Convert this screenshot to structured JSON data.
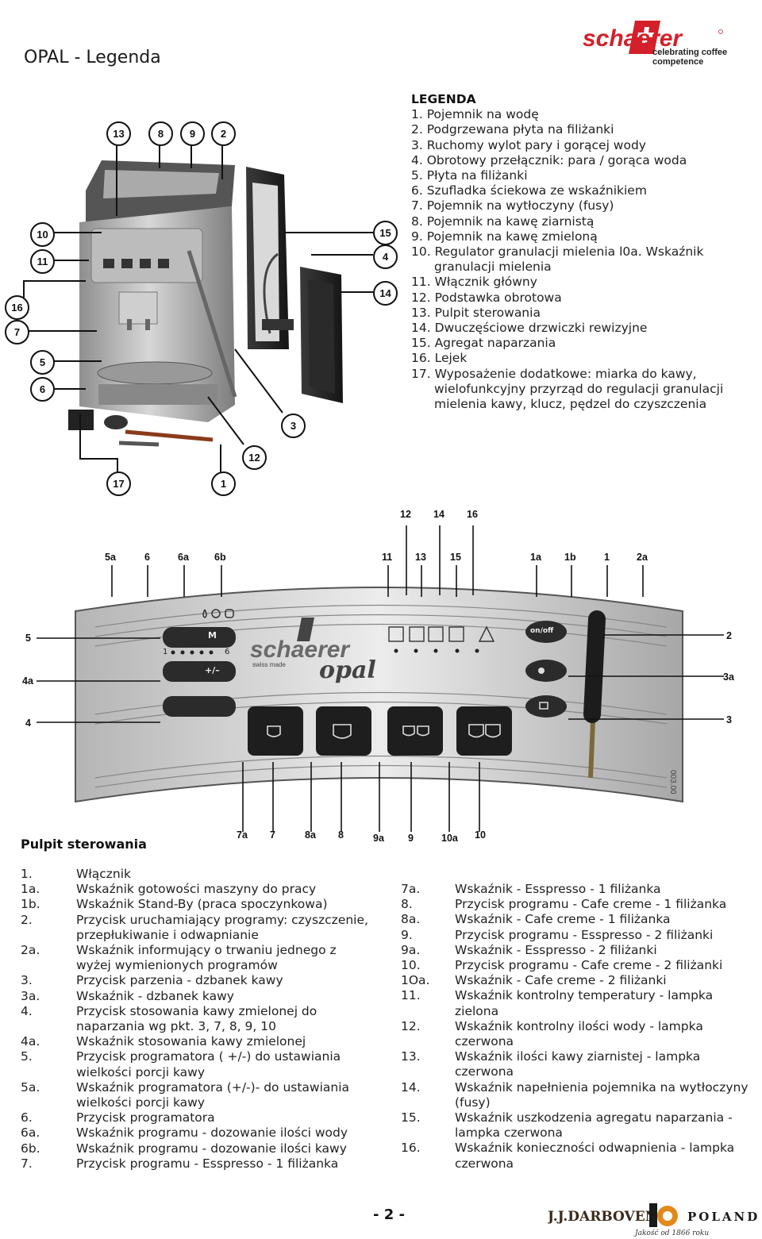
{
  "page": {
    "title": "OPAL - Legenda",
    "brand": "schaerer",
    "brand_tagline": "celebrating coffee competence",
    "page_number": "- 2 -"
  },
  "legend": {
    "heading": "LEGENDA",
    "items": [
      "1. Pojemnik na wodę",
      "2. Podgrzewana płyta na filiżanki",
      "3. Ruchomy wylot pary i gorącej wody",
      "4. Obrotowy przełącznik: para / gorąca woda",
      "5. Płyta na filiżanki",
      "6. Szufladka ściekowa ze wskaźnikiem",
      "7. Pojemnik na wytłoczyny (fusy)",
      "8. Pojemnik na kawę ziarnistą",
      "9. Pojemnik na kawę zmieloną",
      "10. Regulator granulacji mielenia l0a. Wskaźnik granulacji mielenia",
      "11. Włącznik główny",
      "12. Podstawka obrotowa",
      "13. Pulpit sterowania",
      "14. Dwuczęściowe drzwiczki rewizyjne",
      "15. Agregat naparzania",
      "16. Lejek",
      "17. Wyposażenie dodatkowe: miarka do kawy, wielofunkcyjny przyrząd do regulacji granulacji mielenia kawy, klucz, pędzel do czyszczenia"
    ]
  },
  "machine_callouts": [
    "13",
    "8",
    "9",
    "2",
    "10",
    "11",
    "16",
    "7",
    "5",
    "6",
    "15",
    "4",
    "14",
    "3",
    "12",
    "17",
    "1"
  ],
  "panel": {
    "brand": "schaerer",
    "brand_sub": "swiss made",
    "model": "opal",
    "serial": "003.00",
    "button_m": "M",
    "button_pm": "+/–",
    "button_onoff": "on/off",
    "scale_low": "1",
    "scale_high": "6",
    "top_labels": [
      "12",
      "14",
      "16"
    ],
    "row_labels": [
      "5a",
      "6",
      "6a",
      "6b",
      "11",
      "13",
      "15",
      "1a",
      "1b",
      "1",
      "2a"
    ],
    "left_labels": [
      "5",
      "4a",
      "4"
    ],
    "right_labels": [
      "2",
      "3a",
      "3"
    ],
    "bottom_labels": [
      "7a",
      "7",
      "8a",
      "8",
      "9a",
      "9",
      "10a",
      "10"
    ]
  },
  "pulpit": {
    "title": "Pulpit sterowania",
    "left": [
      {
        "n": "1.",
        "t": "Włącznik"
      },
      {
        "n": "1a.",
        "t": "Wskaźnik gotowości maszyny do pracy"
      },
      {
        "n": "1b.",
        "t": "Wskaźnik Stand-By (praca spoczynkowa)"
      },
      {
        "n": "2.",
        "t": "Przycisk uruchamiający programy: czyszczenie, przepłukiwanie i odwapnianie"
      },
      {
        "n": "2a.",
        "t": "Wskaźnik informujący o trwaniu jednego z wyżej wymienionych programów"
      },
      {
        "n": "3.",
        "t": "Przycisk parzenia - dzbanek kawy"
      },
      {
        "n": "3a.",
        "t": "Wskaźnik - dzbanek kawy"
      },
      {
        "n": "4.",
        "t": "Przycisk stosowania kawy zmielonej do naparzania wg pkt.  3, 7, 8, 9, 10"
      },
      {
        "n": "4a.",
        "t": "Wskaźnik stosowania kawy zmielonej"
      },
      {
        "n": "5.",
        "t": "Przycisk programatora ( +/-) do ustawiania wielkości porcji kawy"
      },
      {
        "n": "5a.",
        "t": "Wskaźnik programatora (+/-)- do ustawiania wielkości porcji kawy"
      },
      {
        "n": "6.",
        "t": "Przycisk programatora"
      },
      {
        "n": "6a.",
        "t": "Wskaźnik programu - dozowanie ilości wody"
      },
      {
        "n": "6b.",
        "t": "Wskaźnik programu - dozowanie ilości kawy"
      },
      {
        "n": "7.",
        "t": "Przycisk programu - Esspresso - 1 filiżanka"
      }
    ],
    "right": [
      {
        "n": "7a.",
        "t": "Wskaźnik - Esspresso - 1 filiżanka"
      },
      {
        "n": "8.",
        "t": "Przycisk programu - Cafe creme - 1 filiżanka"
      },
      {
        "n": "8a.",
        "t": "Wskaźnik - Cafe creme - 1 filiżanka"
      },
      {
        "n": "9.",
        "t": "Przycisk programu - Esspresso - 2 filiżanki"
      },
      {
        "n": "9a.",
        "t": "Wskaźnik - Esspresso - 2 filiżanki"
      },
      {
        "n": "10.",
        "t": "Przycisk programu - Cafe creme - 2 filiżanki"
      },
      {
        "n": "1Oa.",
        "t": "Wskaźnik - Cafe creme - 2 filiżanki"
      },
      {
        "n": "11.",
        "t": "Wskaźnik kontrolny temperatury - lampka zielona"
      },
      {
        "n": "12.",
        "t": "Wskaźnik kontrolny ilości wody - lampka czerwona"
      },
      {
        "n": "13.",
        "t": "Wskaźnik ilości kawy ziarnistej - lampka czerwona"
      },
      {
        "n": "14.",
        "t": "Wskaźnik napełnienia pojemnika na wytłoczyny (fusy)"
      },
      {
        "n": "15.",
        "t": "Wskaźnik uszkodzenia agregatu naparzania - lampka czerwona"
      },
      {
        "n": "16.",
        "t": "Wskaźnik konieczności odwapnienia - lampka czerwona"
      }
    ]
  },
  "footer": {
    "partner": "J.J.DARBOVEN",
    "country": "POLAND",
    "since": "Jakość od 1866 roku"
  }
}
